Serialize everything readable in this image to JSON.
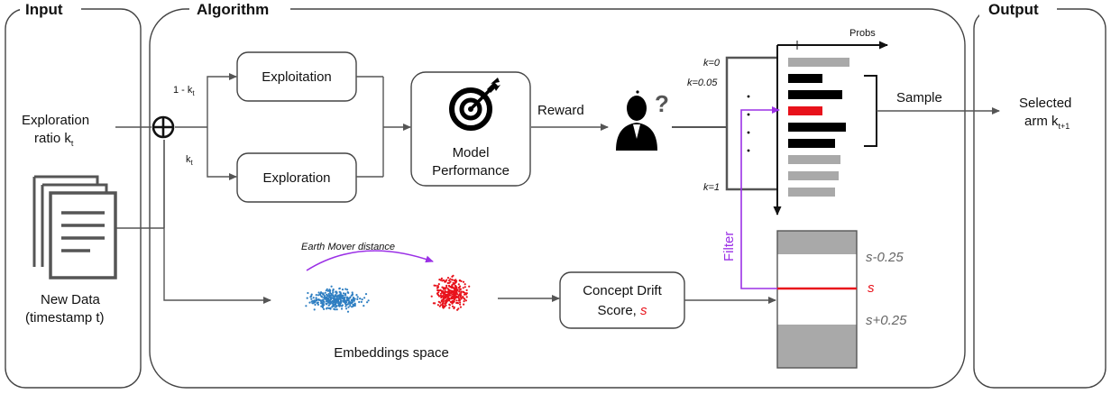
{
  "panels": {
    "input_title": "Input",
    "algorithm_title": "Algorithm",
    "output_title": "Output"
  },
  "input": {
    "ratio_line1": "Exploration",
    "ratio_line2": "ratio k",
    "ratio_sub": "t",
    "newdata_line1": "New Data",
    "newdata_line2": "(timestamp t)"
  },
  "algorithm": {
    "branch_top": "1 - k",
    "branch_top_sub": "t",
    "branch_bottom": "k",
    "branch_bottom_sub": "t",
    "exploitation": "Exploitation",
    "exploration": "Exploration",
    "performance_line1": "Model",
    "performance_line2": "Performance",
    "reward": "Reward",
    "probs": "Probs",
    "k0": "k=0",
    "k005": "k=0.05",
    "k1": "k=1",
    "sample": "Sample",
    "filter": "Filter",
    "emd": "Earth Mover distance",
    "embeddings": "Embeddings space",
    "drift_line1": "Concept Drift",
    "drift_line2": "Score, ",
    "drift_s": "s",
    "s_minus": "s-0.25",
    "s": "s",
    "s_plus": "s+0.25"
  },
  "output": {
    "line1": "Selected",
    "line2": "arm k",
    "sub": "t+1"
  },
  "colors": {
    "highlight_red": "#e8121b",
    "filter_purple": "#9b30e6",
    "cluster_blue": "#2f7fc2",
    "bar_black": "#000000",
    "bar_gray": "#a9a9a9"
  },
  "icons": [
    "target-icon",
    "person-question-icon",
    "document-stack-icon",
    "xor-junction-icon"
  ]
}
